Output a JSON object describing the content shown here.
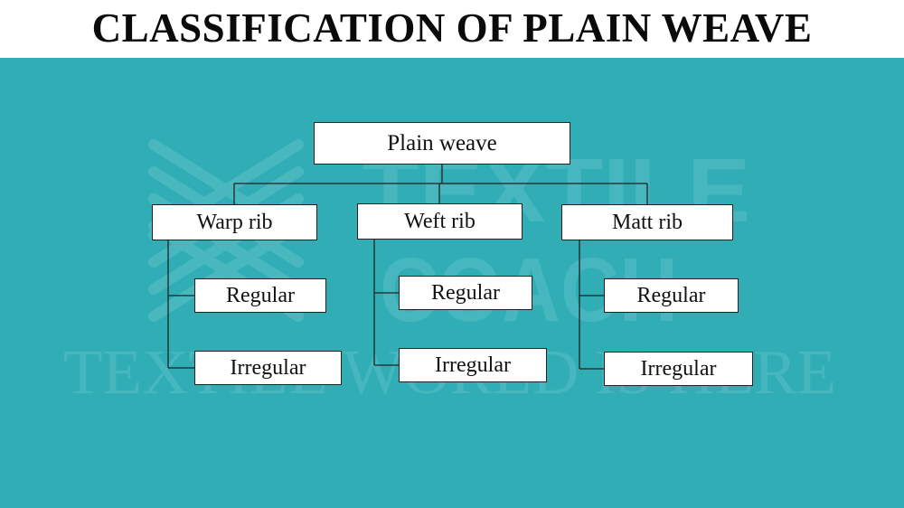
{
  "header": {
    "title": "CLASSIFICATION OF PLAIN WEAVE"
  },
  "colors": {
    "background": "#31aeb5",
    "header_band": "#ffffff",
    "box_fill": "#ffffff",
    "box_border": "#222222",
    "line": "#222222",
    "watermark": "#5cc1c7"
  },
  "watermark": {
    "logo_top": "TEXTILE",
    "logo_bottom": "COACH",
    "tagline": "TEXTILE WORLD IS HERE"
  },
  "diagram": {
    "root": "Plain weave",
    "categories": [
      {
        "label": "Warp rib",
        "children": [
          "Regular",
          "Irregular"
        ]
      },
      {
        "label": "Weft rib",
        "children": [
          "Regular",
          "Irregular"
        ]
      },
      {
        "label": "Matt rib",
        "children": [
          "Regular",
          "Irregular"
        ]
      }
    ]
  }
}
